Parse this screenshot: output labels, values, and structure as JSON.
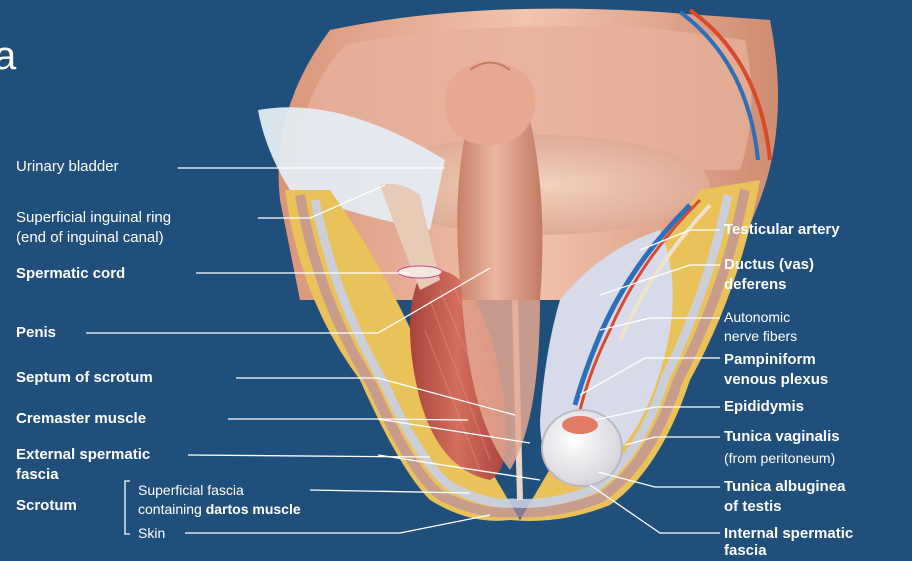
{
  "title_fragment": "a",
  "labels_left": {
    "urinary_bladder": "Urinary bladder",
    "superficial_inguinal_ring_1": "Superficial inguinal ring",
    "superficial_inguinal_ring_2": "(end of inguinal canal)",
    "spermatic_cord": "Spermatic cord",
    "penis": "Penis",
    "septum_of_scrotum": "Septum of scrotum",
    "cremaster_muscle": "Cremaster muscle",
    "external_spermatic_fascia_1": "External spermatic",
    "external_spermatic_fascia_2": "fascia",
    "scrotum": "Scrotum",
    "superficial_fascia_1": "Superficial fascia",
    "superficial_fascia_2a": "containing ",
    "superficial_fascia_2b": "dartos muscle",
    "skin": "Skin"
  },
  "labels_right": {
    "testicular_artery": "Testicular artery",
    "ductus_deferens_1": "Ductus (vas)",
    "ductus_deferens_2": "deferens",
    "autonomic_nerve_1": "Autonomic",
    "autonomic_nerve_2": "nerve fibers",
    "pampiniform_1": "Pampiniform",
    "pampiniform_2": "venous plexus",
    "epididymis": "Epididymis",
    "tunica_vaginalis_1": "Tunica vaginalis",
    "tunica_vaginalis_2": "(from peritoneum)",
    "tunica_albuginea_1": "Tunica albuginea",
    "tunica_albuginea_2": "of testis",
    "internal_spermatic_1": "Internal spermatic",
    "internal_spermatic_2": "fascia"
  },
  "colors": {
    "background": "#1f4f7a",
    "skin": "#e8b49a",
    "muscle": "#c0584a",
    "fat": "#e9c25a",
    "fascia": "#c9cfe6",
    "testis": "#f2f2f2",
    "artery": "#d94a2c",
    "vein": "#2f6fb8"
  }
}
